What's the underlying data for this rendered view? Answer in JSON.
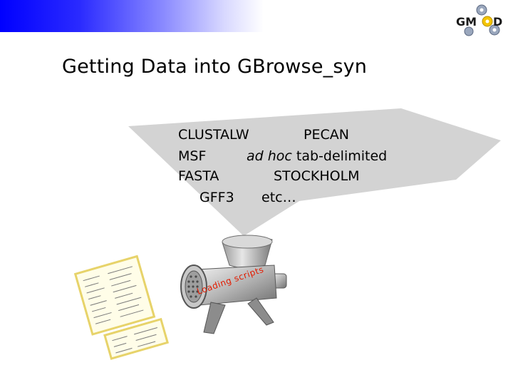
{
  "slide": {
    "title": "Getting Data into GBrowse_syn"
  },
  "logo": {
    "text_left": "GM",
    "text_right": "D",
    "icon": "gmod-gears-logo-icon"
  },
  "formats": {
    "clustalw": "CLUSTALW",
    "pecan": "PECAN",
    "msf": "MSF",
    "adhoc_italic": "ad hoc",
    "adhoc_rest": "tab-delimited",
    "fasta": "FASTA",
    "stockholm": "STOCKHOLM",
    "gff3": "GFF3",
    "etc": "etc…"
  },
  "grinder": {
    "label": "Loading scripts",
    "icon": "meat-grinder-icon"
  },
  "tables": {
    "icon": "data-table-sheets-icon"
  },
  "colors": {
    "top_band": "#0000ff",
    "bubble": "#d3d3d3",
    "label": "#e31b00"
  }
}
